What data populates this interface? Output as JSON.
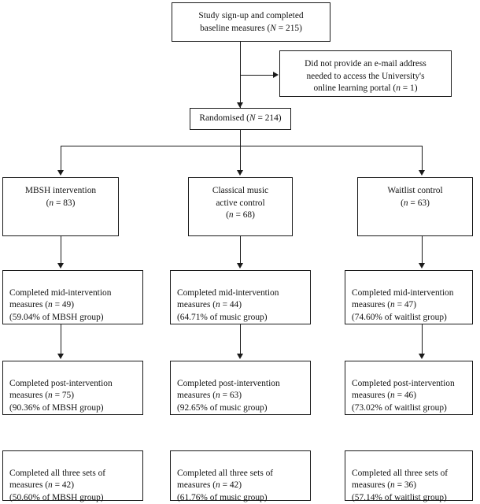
{
  "diagram": {
    "title": "CONSORT participant flow diagram",
    "type": "flowchart",
    "nodes": {
      "enrollment": {
        "label": "Study sign-up and completed\nbaseline measures (N = 215)",
        "n_label": "N = 215",
        "count": 215
      },
      "excluded": {
        "label": "Did not provide an e-mail address\nneeded to access the University's\nonline learning portal (n = 1)",
        "n_label": "n = 1",
        "count": 1
      },
      "randomised": {
        "label": "Randomised (N = 214)",
        "n_label": "N = 214",
        "count": 214
      },
      "arm_mbsh": {
        "label": "MBSH intervention\n(n = 83)",
        "n_label": "n = 83",
        "count": 83
      },
      "arm_music": {
        "label": "Classical music\nactive control\n(n = 68)",
        "n_label": "n = 68",
        "count": 68
      },
      "arm_waitlist": {
        "label": "Waitlist control\n(n = 63)",
        "n_label": "n = 63",
        "count": 63
      },
      "mid_mbsh": {
        "label": "Completed mid-intervention\nmeasures (n = 49)\n(59.04% of MBSH group)",
        "count": 49,
        "percent": "59.04%",
        "group": "MBSH group"
      },
      "mid_music": {
        "label": "Completed mid-intervention\nmeasures (n = 44)\n(64.71% of music group)",
        "count": 44,
        "percent": "64.71%",
        "group": "music group"
      },
      "mid_waitlist": {
        "label": "Completed mid-intervention\nmeasures (n = 47)\n(74.60% of waitlist group)",
        "count": 47,
        "percent": "74.60%",
        "group": "waitlist group"
      },
      "post_mbsh": {
        "label": "Completed post-intervention\nmeasures (n = 75)\n(90.36% of MBSH group)",
        "count": 75,
        "percent": "90.36%",
        "group": "MBSH group"
      },
      "post_music": {
        "label": "Completed post-intervention\nmeasures (n = 63)\n(92.65% of music group)",
        "count": 63,
        "percent": "92.65%",
        "group": "music group"
      },
      "post_waitlist": {
        "label": "Completed post-intervention\nmeasures (n = 46)\n(73.02% of waitlist group)",
        "count": 46,
        "percent": "73.02%",
        "group": "waitlist group"
      },
      "all_mbsh": {
        "label": "Completed all three sets of\nmeasures (n = 42)\n(50.60% of MBSH group)",
        "count": 42,
        "percent": "50.60%",
        "group": "MBSH group"
      },
      "all_music": {
        "label": "Completed all three sets of\nmeasures (n = 42)\n(61.76% of music group)",
        "count": 42,
        "percent": "61.76%",
        "group": "music group"
      },
      "all_waitlist": {
        "label": "Completed all three sets of\nmeasures (n = 36)\n(57.14% of waitlist group)",
        "count": 36,
        "percent": "57.14%",
        "group": "waitlist group"
      }
    },
    "colors": {
      "border": "#1a1a1a",
      "text": "#121212",
      "background": "#ffffff"
    }
  }
}
